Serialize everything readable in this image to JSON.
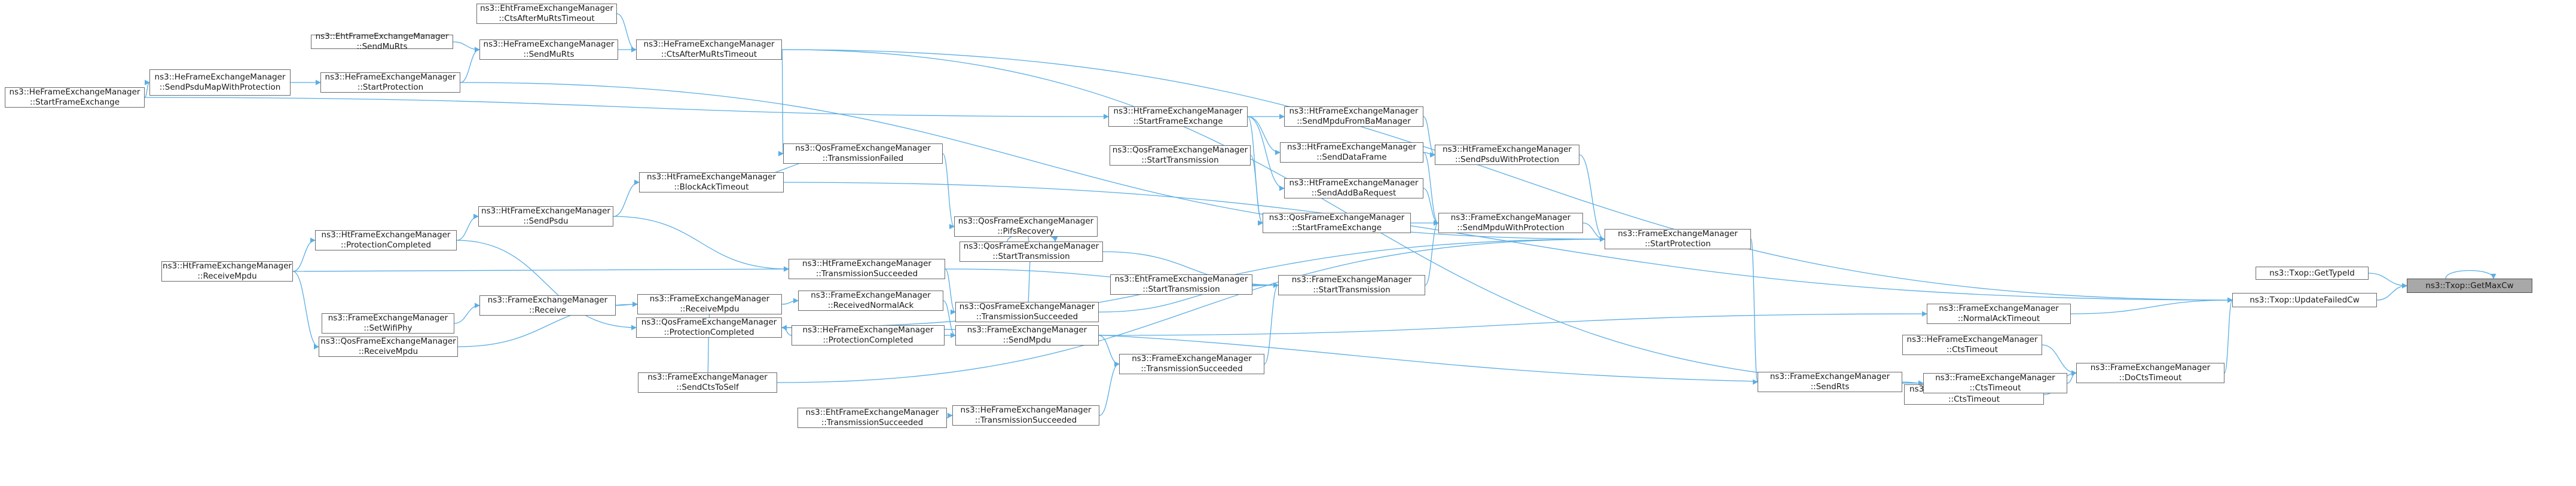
{
  "graph": {
    "accent_edge_color": "#5aaee6",
    "nodes": [
      {
        "id": "ht_start_frame_exchange",
        "l1": "ns3::HeFrameExchangeManager",
        "l2": "::StartFrameExchange"
      },
      {
        "id": "ht_receive_mpdu",
        "l1": "ns3::HtFrameExchangeManager",
        "l2": "::ReceiveMpdu"
      },
      {
        "id": "he_send_psdu_map_prot",
        "l1": "ns3::HeFrameExchangeManager",
        "l2": "::SendPsduMapWithProtection"
      },
      {
        "id": "eht_send_mu_rts",
        "l1": "ns3::EhtFrameExchangeManager",
        "l2": "::SendMuRts"
      },
      {
        "id": "he_start_protection",
        "l1": "ns3::HeFrameExchangeManager",
        "l2": "::StartProtection"
      },
      {
        "id": "ht_protection_completed",
        "l1": "ns3::HtFrameExchangeManager",
        "l2": "::ProtectionCompleted"
      },
      {
        "id": "fem_set_wifi_phy",
        "l1": "ns3::FrameExchangeManager",
        "l2": "::SetWifiPhy"
      },
      {
        "id": "qos_receive_mpdu",
        "l1": "ns3::QosFrameExchangeManager",
        "l2": "::ReceiveMpdu"
      },
      {
        "id": "eht_cts_after_mu_rts_timeout",
        "l1": "ns3::EhtFrameExchangeManager",
        "l2": "::CtsAfterMuRtsTimeout"
      },
      {
        "id": "he_send_mu_rts",
        "l1": "ns3::HeFrameExchangeManager",
        "l2": "::SendMuRts"
      },
      {
        "id": "fem_receive",
        "l1": "ns3::FrameExchangeManager",
        "l2": "::Receive"
      },
      {
        "id": "ht_send_psdu",
        "l1": "ns3::HtFrameExchangeManager",
        "l2": "::SendPsdu"
      },
      {
        "id": "he_cts_after_mu_rts_timeout",
        "l1": "ns3::HeFrameExchangeManager",
        "l2": "::CtsAfterMuRtsTimeout"
      },
      {
        "id": "ht_block_ack_timeout",
        "l1": "ns3::HtFrameExchangeManager",
        "l2": "::BlockAckTimeout"
      },
      {
        "id": "fem_receive_mpdu",
        "l1": "ns3::FrameExchangeManager",
        "l2": "::ReceiveMpdu"
      },
      {
        "id": "qos_protection_completed",
        "l1": "ns3::QosFrameExchangeManager",
        "l2": "::ProtectionCompleted"
      },
      {
        "id": "fem_send_cts_to_self",
        "l1": "ns3::FrameExchangeManager",
        "l2": "::SendCtsToSelf"
      },
      {
        "id": "ht_transmission_succeeded",
        "l1": "ns3::HtFrameExchangeManager",
        "l2": "::TransmissionSucceeded"
      },
      {
        "id": "fem_received_normal_ack",
        "l1": "ns3::FrameExchangeManager",
        "l2": "::ReceivedNormalAck"
      },
      {
        "id": "he_protection_completed",
        "l1": "ns3::HeFrameExchangeManager",
        "l2": "::ProtectionCompleted"
      },
      {
        "id": "eht_transmission_succeeded",
        "l1": "ns3::EhtFrameExchangeManager",
        "l2": "::TransmissionSucceeded"
      },
      {
        "id": "qos_transmission_failed",
        "l1": "ns3::QosFrameExchangeManager",
        "l2": "::TransmissionFailed"
      },
      {
        "id": "qos_pifs_recovery",
        "l1": "ns3::QosFrameExchangeManager",
        "l2": "::PifsRecovery"
      },
      {
        "id": "qos_start_transmission",
        "l1": "ns3::QosFrameExchangeManager",
        "l2": "::StartTransmission"
      },
      {
        "id": "qos_transmission_succeeded",
        "l1": "ns3::QosFrameExchangeManager",
        "l2": "::TransmissionSucceeded"
      },
      {
        "id": "fem_send_mpdu",
        "l1": "ns3::FrameExchangeManager",
        "l2": "::SendMpdu"
      },
      {
        "id": "he_transmission_succeeded",
        "l1": "ns3::HeFrameExchangeManager",
        "l2": "::TransmissionSucceeded"
      },
      {
        "id": "ht_start_frame_exchange",
        "l1": "ns3::HtFrameExchangeManager",
        "l2": "::StartFrameExchange"
      },
      {
        "id": "qos_start_transmission_2",
        "l1": "ns3::QosFrameExchangeManager",
        "l2": "::StartTransmission"
      },
      {
        "id": "qos_start_frame_exchange",
        "l1": "ns3::QosFrameExchangeManager",
        "l2": "::StartFrameExchange"
      },
      {
        "id": "eht_start_transmission",
        "l1": "ns3::EhtFrameExchangeManager",
        "l2": "::StartTransmission"
      },
      {
        "id": "fem_transmission_succeeded",
        "l1": "ns3::FrameExchangeManager",
        "l2": "::TransmissionSucceeded"
      },
      {
        "id": "ht_send_mpdu_from_ba_manager",
        "l1": "ns3::HtFrameExchangeManager",
        "l2": "::SendMpduFromBaManager"
      },
      {
        "id": "ht_send_data_frame",
        "l1": "ns3::HtFrameExchangeManager",
        "l2": "::SendDataFrame"
      },
      {
        "id": "ht_send_add_ba_request",
        "l1": "ns3::HtFrameExchangeManager",
        "l2": "::SendAddBaRequest"
      },
      {
        "id": "fem_start_transmission",
        "l1": "ns3::FrameExchangeManager",
        "l2": "::StartTransmission"
      },
      {
        "id": "ht_send_psdu_with_protection",
        "l1": "ns3::HtFrameExchangeManager",
        "l2": "::SendPsduWithProtection"
      },
      {
        "id": "fem_send_mpdu_with_protection",
        "l1": "ns3::FrameExchangeManager",
        "l2": "::SendMpduWithProtection"
      },
      {
        "id": "fem_start_protection",
        "l1": "ns3::FrameExchangeManager",
        "l2": "::StartProtection"
      },
      {
        "id": "fem_send_rts",
        "l1": "ns3::FrameExchangeManager",
        "l2": "::SendRts"
      },
      {
        "id": "he_cts_timeout",
        "l1": "ns3::HeFrameExchangeManager",
        "l2": "::CtsTimeout"
      },
      {
        "id": "ht_cts_timeout",
        "l1": "ns3::HtFrameExchangeManager",
        "l2": "::CtsTimeout"
      },
      {
        "id": "fem_normal_ack_timeout",
        "l1": "ns3::FrameExchangeManager",
        "l2": "::NormalAckTimeout"
      },
      {
        "id": "fem_cts_timeout",
        "l1": "ns3::FrameExchangeManager",
        "l2": "::CtsTimeout"
      },
      {
        "id": "fem_do_cts_timeout",
        "l1": "ns3::FrameExchangeManager",
        "l2": "::DoCtsTimeout"
      },
      {
        "id": "txop_get_type_id",
        "l1": "ns3::Txop::GetTypeId",
        "l2": ""
      },
      {
        "id": "txop_update_failed_cw",
        "l1": "ns3::Txop::UpdateFailedCw",
        "l2": ""
      },
      {
        "id": "txop_get_max_cw",
        "l1": "ns3::Txop::GetMaxCw",
        "l2": "",
        "current": true
      }
    ],
    "edges": [
      [
        "txop_get_max_cw",
        "txop_get_max_cw"
      ],
      [
        "txop_get_max_cw",
        "txop_get_type_id"
      ],
      [
        "txop_get_max_cw",
        "txop_update_failed_cw"
      ],
      [
        "txop_update_failed_cw",
        "fem_normal_ack_timeout"
      ],
      [
        "txop_update_failed_cw",
        "fem_do_cts_timeout"
      ],
      [
        "txop_update_failed_cw",
        "he_cts_after_mu_rts_timeout"
      ],
      [
        "txop_update_failed_cw",
        "ht_block_ack_timeout"
      ],
      [
        "fem_normal_ack_timeout",
        "fem_send_mpdu"
      ],
      [
        "fem_do_cts_timeout",
        "fem_cts_timeout"
      ],
      [
        "fem_do_cts_timeout",
        "he_cts_timeout"
      ],
      [
        "fem_do_cts_timeout",
        "ht_cts_timeout"
      ],
      [
        "fem_cts_timeout",
        "fem_send_rts"
      ],
      [
        "fem_cts_timeout",
        "he_cts_after_mu_rts_timeout"
      ],
      [
        "fem_cts_timeout",
        "qos_protection_completed"
      ],
      [
        "fem_send_rts",
        "fem_start_protection"
      ],
      [
        "fem_start_protection",
        "fem_send_mpdu_with_protection"
      ],
      [
        "fem_start_protection",
        "ht_send_psdu_with_protection"
      ],
      [
        "fem_start_protection",
        "he_start_protection"
      ],
      [
        "fem_start_protection",
        "fem_send_cts_to_self"
      ],
      [
        "fem_start_protection",
        "qos_protection_completed"
      ],
      [
        "fem_send_mpdu_with_protection",
        "fem_start_transmission"
      ],
      [
        "fem_send_mpdu_with_protection",
        "qos_start_frame_exchange"
      ],
      [
        "fem_send_mpdu_with_protection",
        "ht_send_add_ba_request"
      ],
      [
        "fem_send_mpdu_with_protection",
        "ht_send_data_frame"
      ],
      [
        "ht_send_psdu_with_protection",
        "ht_send_data_frame"
      ],
      [
        "ht_send_psdu_with_protection",
        "ht_send_mpdu_from_ba_manager"
      ],
      [
        "ht_send_data_frame",
        "ht_start_frame_exchange"
      ],
      [
        "ht_send_mpdu_from_ba_manager",
        "ht_start_frame_exchange"
      ],
      [
        "ht_send_add_ba_request",
        "ht_start_frame_exchange"
      ],
      [
        "ht_start_frame_exchange",
        "ht_start_frame_exchange_he"
      ],
      [
        "qos_start_frame_exchange",
        "qos_start_transmission_2"
      ],
      [
        "qos_start_frame_exchange",
        "ht_start_frame_exchange"
      ],
      [
        "fem_start_transmission",
        "qos_start_transmission"
      ],
      [
        "fem_start_transmission",
        "eht_start_transmission"
      ],
      [
        "fem_start_transmission",
        "ht_transmission_succeeded"
      ],
      [
        "fem_start_transmission",
        "qos_transmission_succeeded"
      ],
      [
        "fem_start_transmission",
        "fem_transmission_succeeded"
      ],
      [
        "qos_start_transmission",
        "qos_start_transmission"
      ],
      [
        "qos_start_transmission",
        "qos_pifs_recovery"
      ],
      [
        "qos_start_transmission",
        "qos_transmission_succeeded"
      ],
      [
        "qos_pifs_recovery",
        "qos_transmission_failed"
      ],
      [
        "qos_transmission_failed",
        "ht_block_ack_timeout"
      ],
      [
        "qos_transmission_failed",
        "he_cts_after_mu_rts_timeout"
      ],
      [
        "ht_block_ack_timeout",
        "ht_send_psdu"
      ],
      [
        "he_cts_after_mu_rts_timeout",
        "he_send_mu_rts"
      ],
      [
        "he_cts_after_mu_rts_timeout",
        "eht_cts_after_mu_rts_timeout"
      ],
      [
        "he_send_mu_rts",
        "eht_send_mu_rts"
      ],
      [
        "he_send_mu_rts",
        "he_start_protection"
      ],
      [
        "he_start_protection",
        "he_send_psdu_map_prot"
      ],
      [
        "he_send_psdu_map_prot",
        "ht_start_frame_exchange_he"
      ],
      [
        "ht_send_psdu",
        "ht_protection_completed"
      ],
      [
        "ht_protection_completed",
        "ht_receive_mpdu"
      ],
      [
        "qos_transmission_succeeded",
        "ht_transmission_succeeded"
      ],
      [
        "fem_transmission_succeeded",
        "fem_send_mpdu"
      ],
      [
        "fem_transmission_succeeded",
        "he_transmission_succeeded"
      ],
      [
        "ht_transmission_succeeded",
        "ht_receive_mpdu"
      ],
      [
        "ht_transmission_succeeded",
        "ht_send_psdu"
      ],
      [
        "fem_send_mpdu",
        "qos_protection_completed"
      ],
      [
        "fem_send_mpdu",
        "fem_received_normal_ack"
      ],
      [
        "fem_received_normal_ack",
        "fem_receive_mpdu"
      ],
      [
        "qos_protection_completed",
        "fem_send_cts_to_self"
      ],
      [
        "qos_protection_completed",
        "he_protection_completed"
      ],
      [
        "qos_protection_completed",
        "fem_receive_mpdu"
      ],
      [
        "qos_protection_completed",
        "ht_protection_completed"
      ],
      [
        "fem_receive_mpdu",
        "fem_receive"
      ],
      [
        "fem_receive_mpdu",
        "qos_receive_mpdu"
      ],
      [
        "fem_receive",
        "fem_set_wifi_phy"
      ],
      [
        "qos_receive_mpdu",
        "ht_receive_mpdu"
      ],
      [
        "he_transmission_succeeded",
        "eht_transmission_succeeded"
      ]
    ]
  }
}
